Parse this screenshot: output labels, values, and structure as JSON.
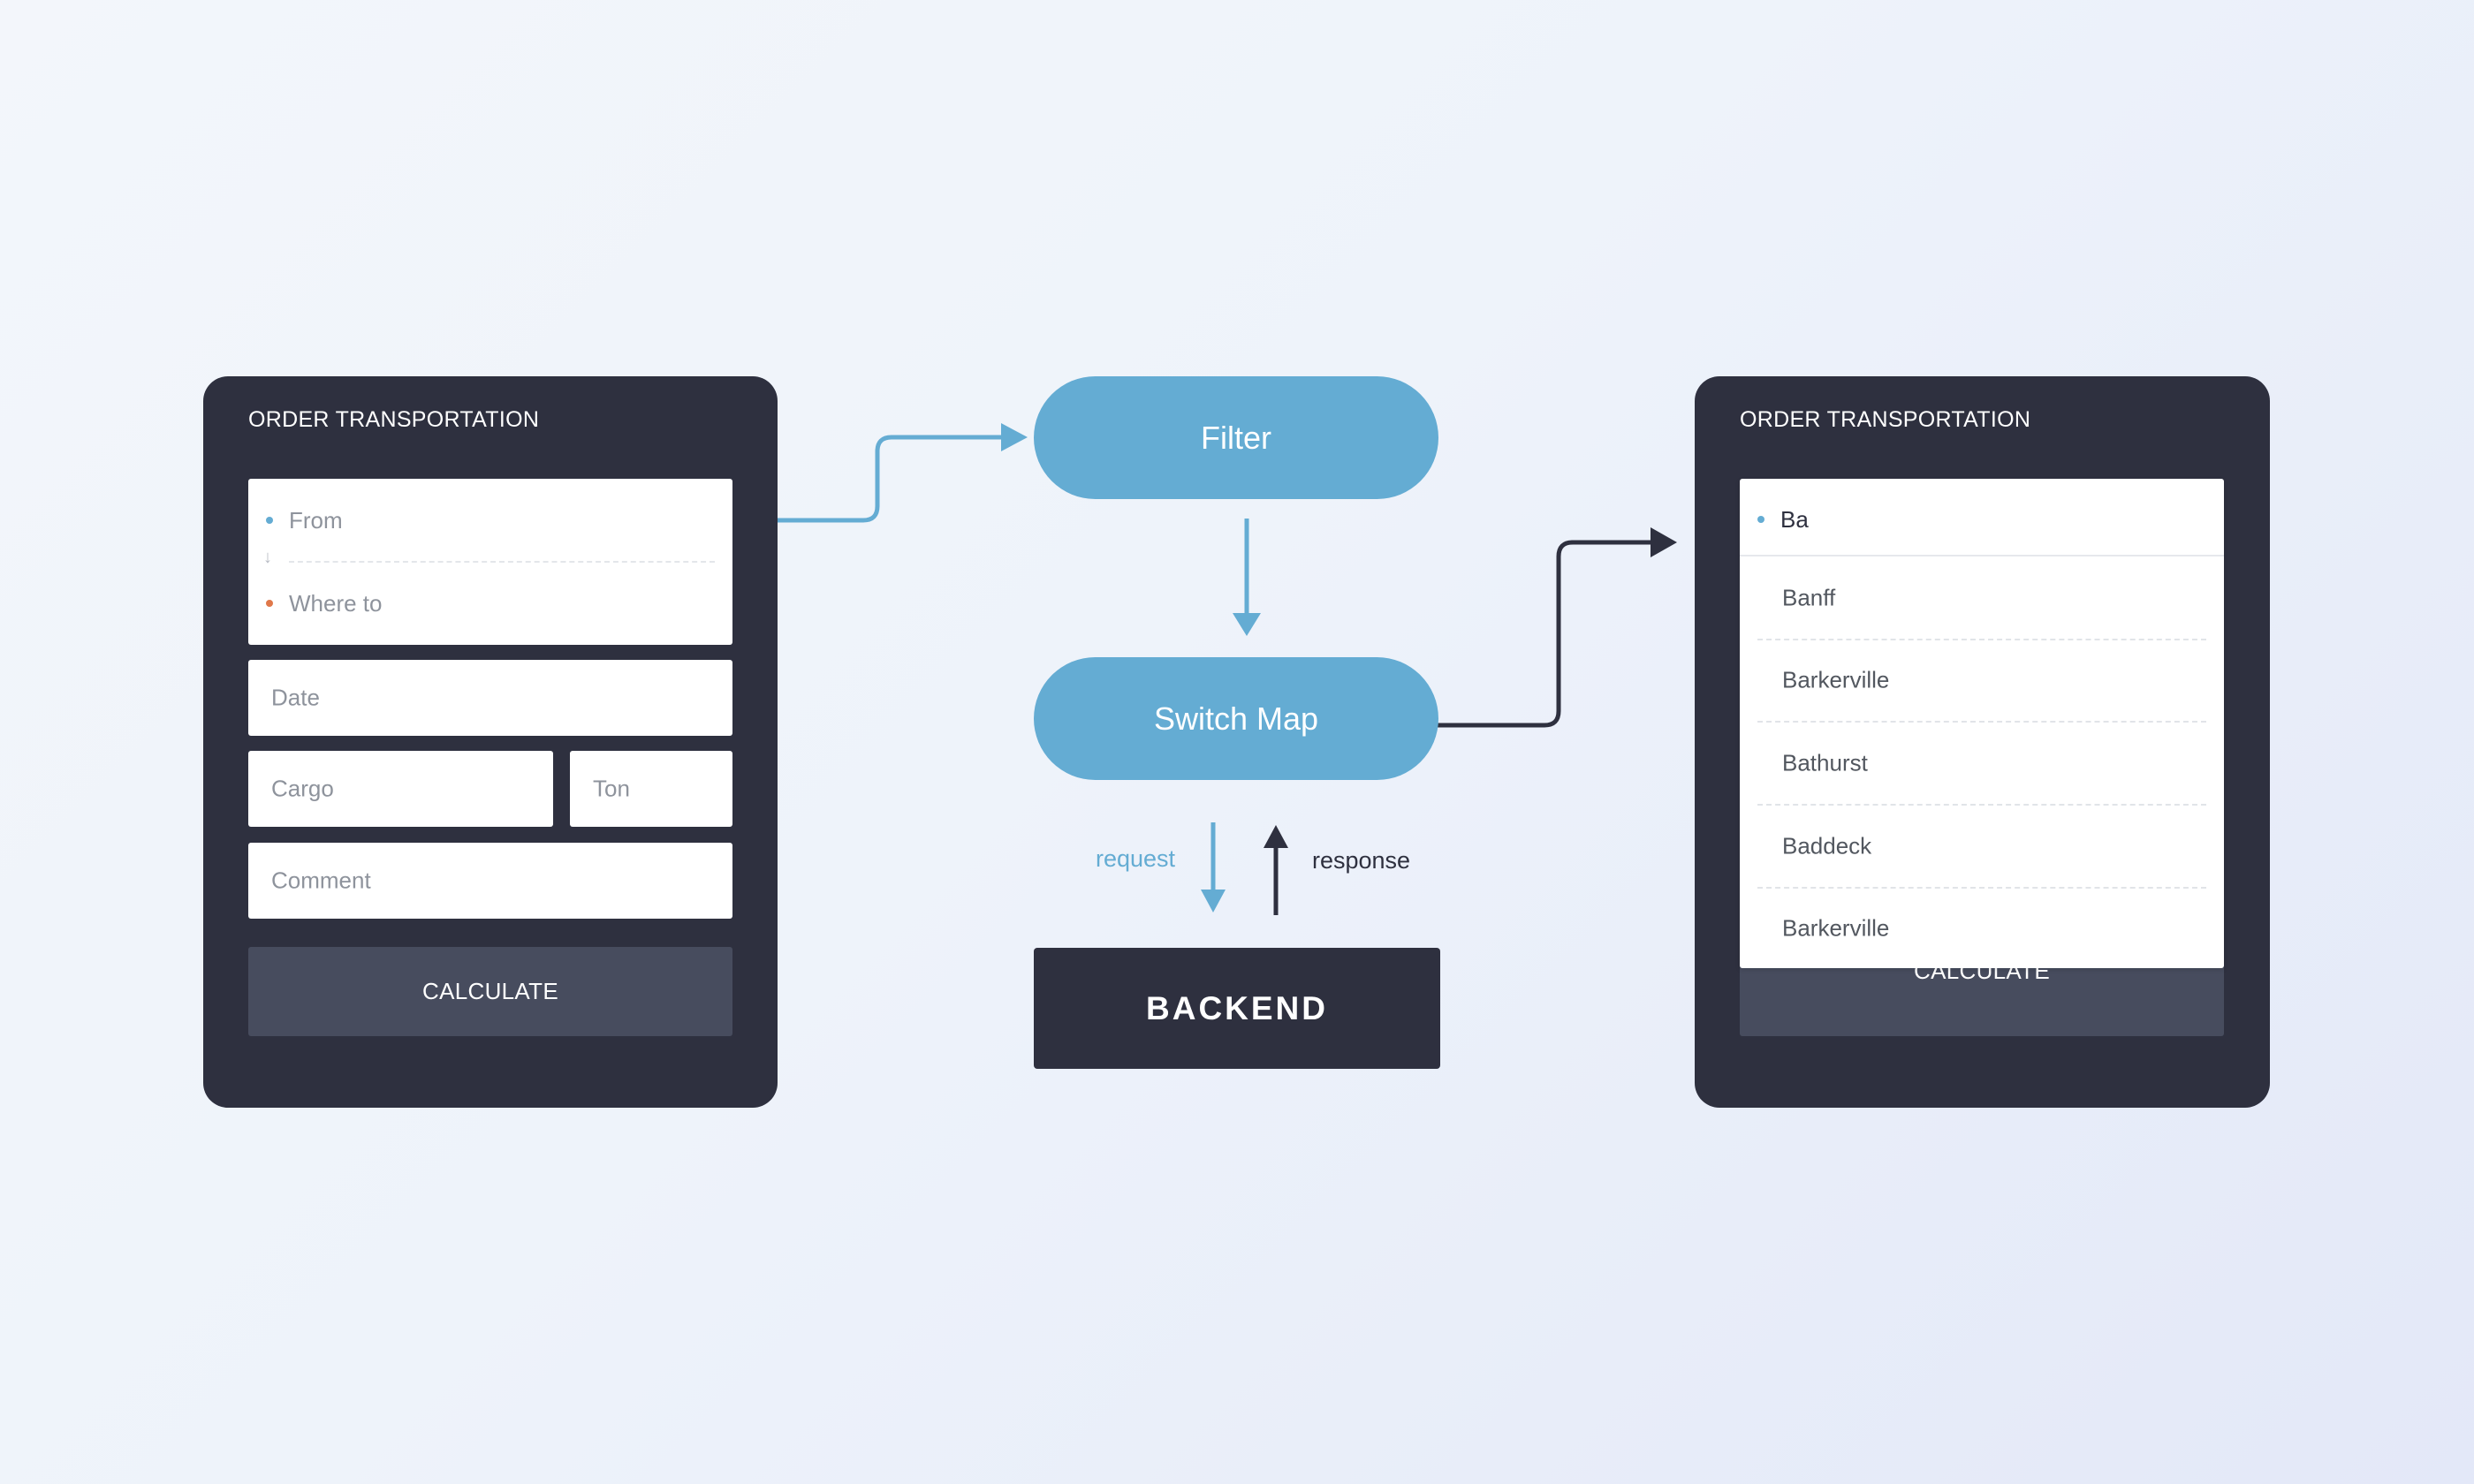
{
  "left_panel": {
    "title": "ORDER TRANSPORTATION",
    "from_placeholder": "From",
    "where_to_placeholder": "Where to",
    "swap_glyph": "↓",
    "date_placeholder": "Date",
    "cargo_placeholder": "Cargo",
    "ton_placeholder": "Ton",
    "comment_placeholder": "Comment",
    "calculate_label": "CALCULATE"
  },
  "flow": {
    "filter_label": "Filter",
    "switch_map_label": "Switch Map",
    "request_label": "request",
    "response_label": "response",
    "backend_label": "BACKEND"
  },
  "right_panel": {
    "title": "ORDER TRANSPORTATION",
    "search_value": "Ba",
    "suggestions": [
      "Banff",
      "Barkerville",
      "Bathurst",
      "Baddeck",
      "Barkerville"
    ],
    "calculate_label": "CALCULATE"
  },
  "colors": {
    "panel_bg": "#2e303f",
    "accent_blue": "#64acd3",
    "from_dot": "#64acd3",
    "where_to_dot": "#e0784a",
    "button_bg": "#474c5e"
  }
}
